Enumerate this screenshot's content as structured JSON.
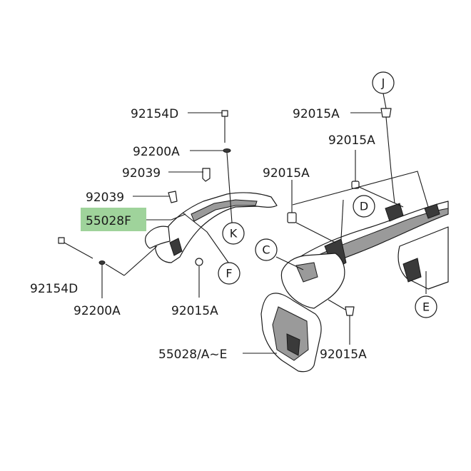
{
  "parts": {
    "p92154D_top": "92154D",
    "p92200A_top": "92200A",
    "p92039_a": "92039",
    "p92039_b": "92039",
    "p55028F": "55028F",
    "p92154D_bottom": "92154D",
    "p92200A_bottom": "92200A",
    "p92015A_f": "92015A",
    "p92015A_j": "92015A",
    "p92015A_d": "92015A",
    "p92015A_mid": "92015A",
    "p92015A_bottom": "92015A",
    "p55028AE": "55028/A~E"
  },
  "callouts": {
    "J": "J",
    "D": "D",
    "C": "C",
    "K": "K",
    "F": "F",
    "E": "E"
  },
  "colors": {
    "highlight": "#9fd39b",
    "line": "#1a1a1a"
  }
}
